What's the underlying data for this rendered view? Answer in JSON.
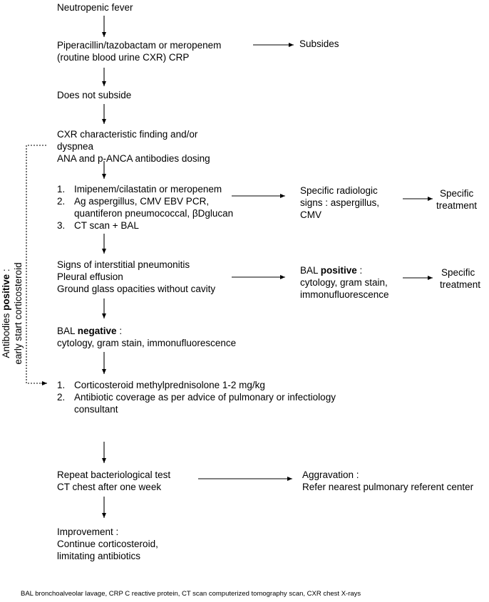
{
  "nodes": {
    "n1": "Neutropenic fever",
    "n2_l1": "Piperacillin/tazobactam or meropenem",
    "n2_l2": "(routine blood urine CXR) CRP",
    "subsides": "Subsides",
    "n3": "Does not subside",
    "n4_l1": "CXR characteristic finding and/or",
    "n4_l2": "dyspnea",
    "n4_l3": "ANA and p-ANCA antibodies dosing",
    "n5": [
      {
        "num": "1.",
        "text": "Imipenem/cilastatin or meropenem"
      },
      {
        "num": "2.",
        "text": "Ag aspergillus, CMV EBV PCR,"
      },
      {
        "num": "",
        "text": "quantiferon pneumococcal, βDglucan"
      },
      {
        "num": "3.",
        "text": "CT scan + BAL"
      }
    ],
    "radiologic_l1": "Specific radiologic",
    "radiologic_l2": "signs : aspergillus,",
    "radiologic_l3": "CMV",
    "specific_treatment_1_l1": "Specific",
    "specific_treatment_1_l2": "treatment",
    "n6_l1": "Signs of interstitial pneumonitis",
    "n6_l2": "Pleural effusion",
    "n6_l3": "Ground glass opacities without cavity",
    "bal_pos_pre": "BAL ",
    "bal_pos_bold": "positive",
    "bal_pos_post": " :",
    "bal_pos_l2": "cytology, gram stain,",
    "bal_pos_l3": "immonufluorescence",
    "specific_treatment_2_l1": "Specific",
    "specific_treatment_2_l2": "treatment",
    "bal_neg_pre": "BAL ",
    "bal_neg_bold": "negative",
    "bal_neg_post": " :",
    "bal_neg_l2": "cytology, gram stain, immonufluorescence",
    "n8": [
      {
        "num": "1.",
        "text": "Corticosteroid methylprednisolone 1-2 mg/kg"
      },
      {
        "num": "2.",
        "text": "Antibiotic coverage as per advice of pulmonary or infectiology"
      },
      {
        "num": "",
        "text": "consultant"
      }
    ],
    "n9_l1": "Repeat bacteriological test",
    "n9_l2": "CT chest after one week",
    "aggravation_l1": "Aggravation :",
    "aggravation_l2": "Refer nearest pulmonary referent center",
    "n10_l1": "Improvement :",
    "n10_l2": "Continue corticosteroid,",
    "n10_l3": "limitating antibiotics"
  },
  "side_label": {
    "pre": "Antibodies ",
    "bold": "positive",
    "post": " :",
    "line2": "early start corticosteroid"
  },
  "footnote": "BAL bronchoalveolar lavage, CRP C reactive protein, CT scan computerized tomography scan, CXR chest X-rays"
}
